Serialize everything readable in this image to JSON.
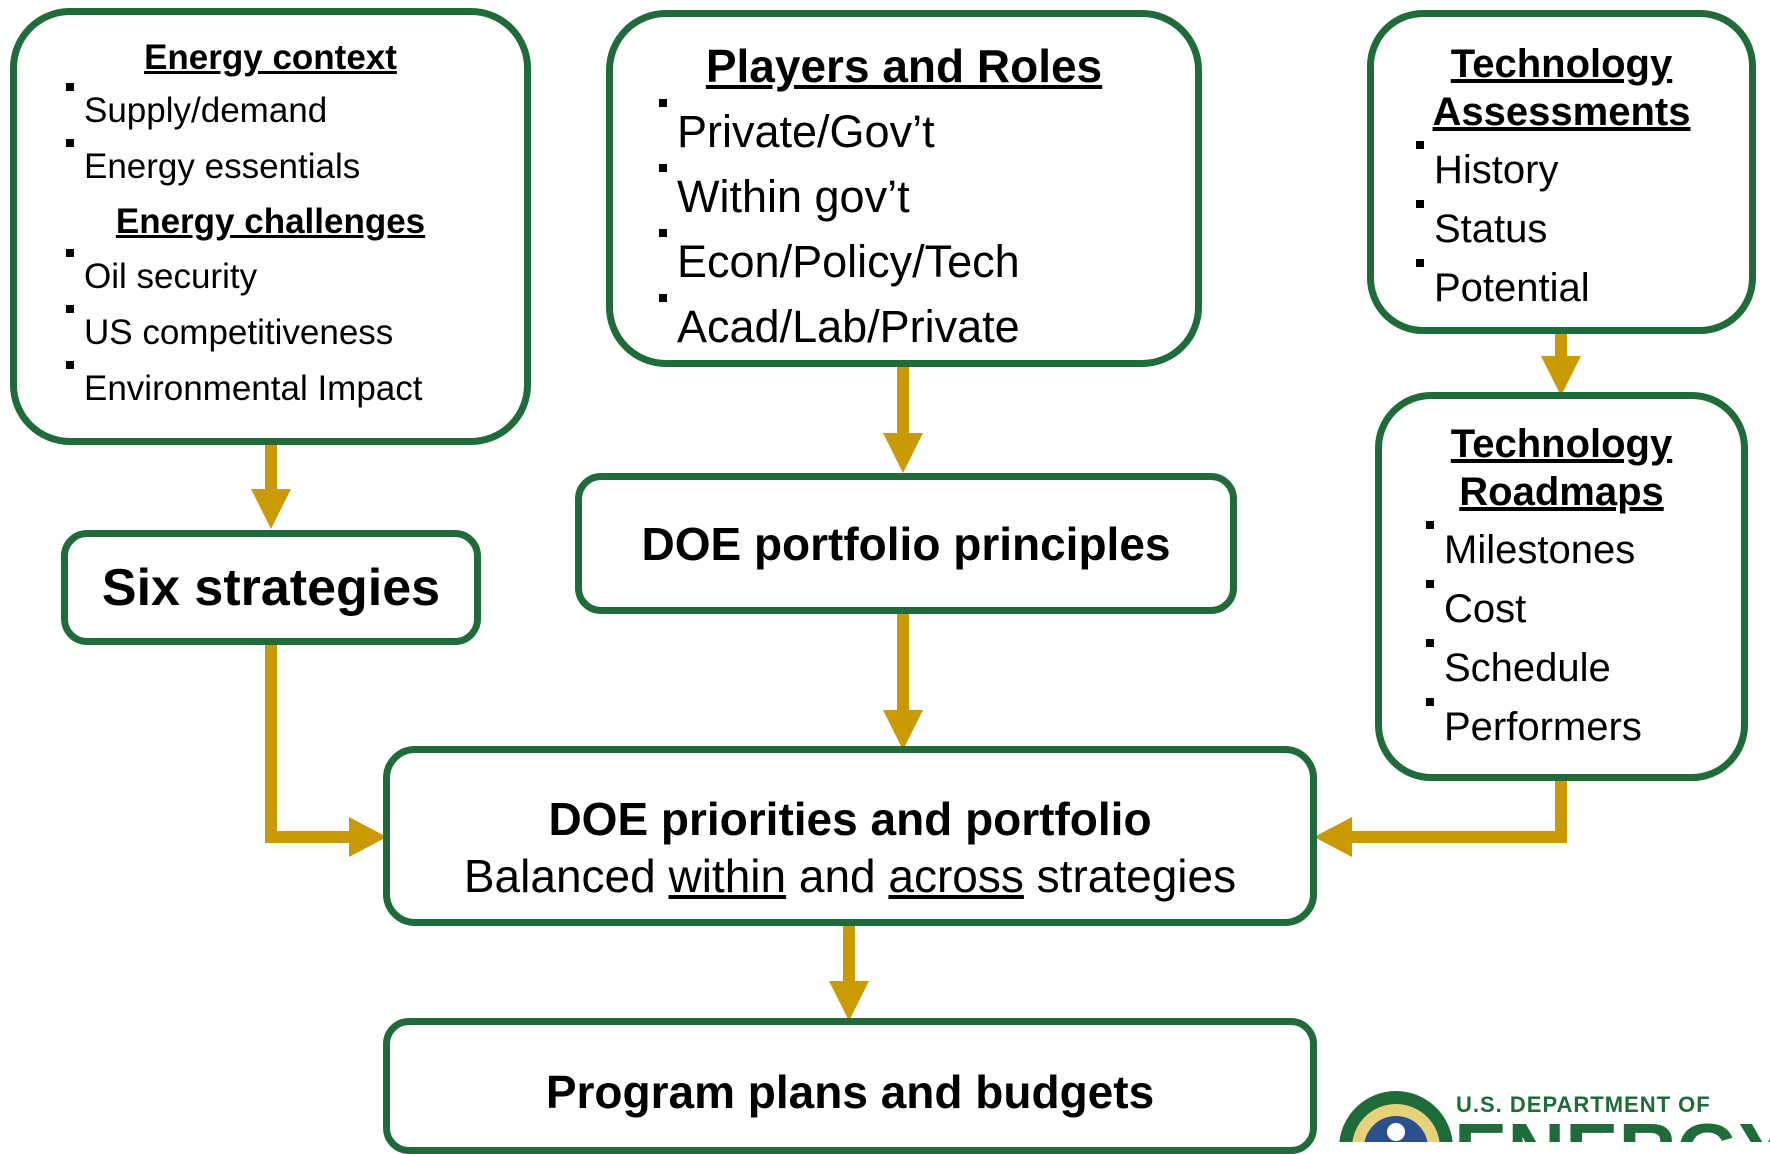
{
  "energy": {
    "context_heading": "Energy context",
    "context_items": [
      "Supply/demand",
      "Energy essentials"
    ],
    "challenges_heading": "Energy challenges",
    "challenges_items": [
      "Oil security",
      "US competitiveness",
      "Environmental Impact"
    ]
  },
  "players": {
    "heading": "Players and Roles",
    "items": [
      "Private/Gov’t",
      "Within gov’t",
      "Econ/Policy/Tech",
      "Acad/Lab/Private"
    ]
  },
  "tech_assess": {
    "heading_line1": "Technology",
    "heading_line2": "Assessments",
    "items": [
      "History",
      "Status",
      "Potential"
    ]
  },
  "tech_roadmaps": {
    "heading_line1": "Technology",
    "heading_line2": "Roadmaps",
    "items": [
      "Milestones",
      "Cost",
      "Schedule",
      "Performers"
    ]
  },
  "six_strategies": "Six strategies",
  "doe_principles": "DOE portfolio principles",
  "doe_priorities": {
    "title": "DOE priorities and portfolio",
    "sub_before": "Balanced ",
    "sub_within": "within",
    "sub_and": " and ",
    "sub_across": "across",
    "sub_after": " strategies"
  },
  "program_plans": "Program plans and budgets",
  "logo": {
    "line1": "U.S. DEPARTMENT OF",
    "line2": "ENERGY"
  },
  "colors": {
    "box_border": "#1f6b3a",
    "arrow": "#c99a06"
  }
}
